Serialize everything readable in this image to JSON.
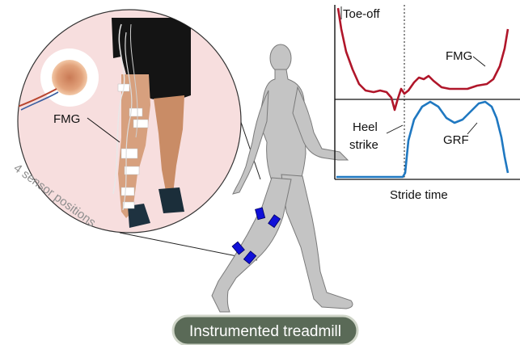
{
  "colors": {
    "fmg_curve": "#b0162a",
    "grf_curve": "#1f78c1",
    "sensor": "#1010d8",
    "lens_bg": "#f7dede",
    "body": "#c4c4c4",
    "treadmill_bg": "#5a6a57",
    "treadmill_text": "#ffffff"
  },
  "inset": {
    "fmg_label": "FMG",
    "sensor_positions_label": "4 sensor positions",
    "icons": [
      "circular-fsr-sensor",
      "leg-photo"
    ]
  },
  "figure": {
    "sensor_count": 4
  },
  "plot": {
    "toe_off_label": "Toe-off",
    "heel_strike_label_line1": "Heel",
    "heel_strike_label_line2": "strike",
    "fmg_label": "FMG",
    "grf_label": "GRF",
    "xlabel": "Stride time"
  },
  "treadmill": {
    "label": "Instrumented treadmill"
  }
}
